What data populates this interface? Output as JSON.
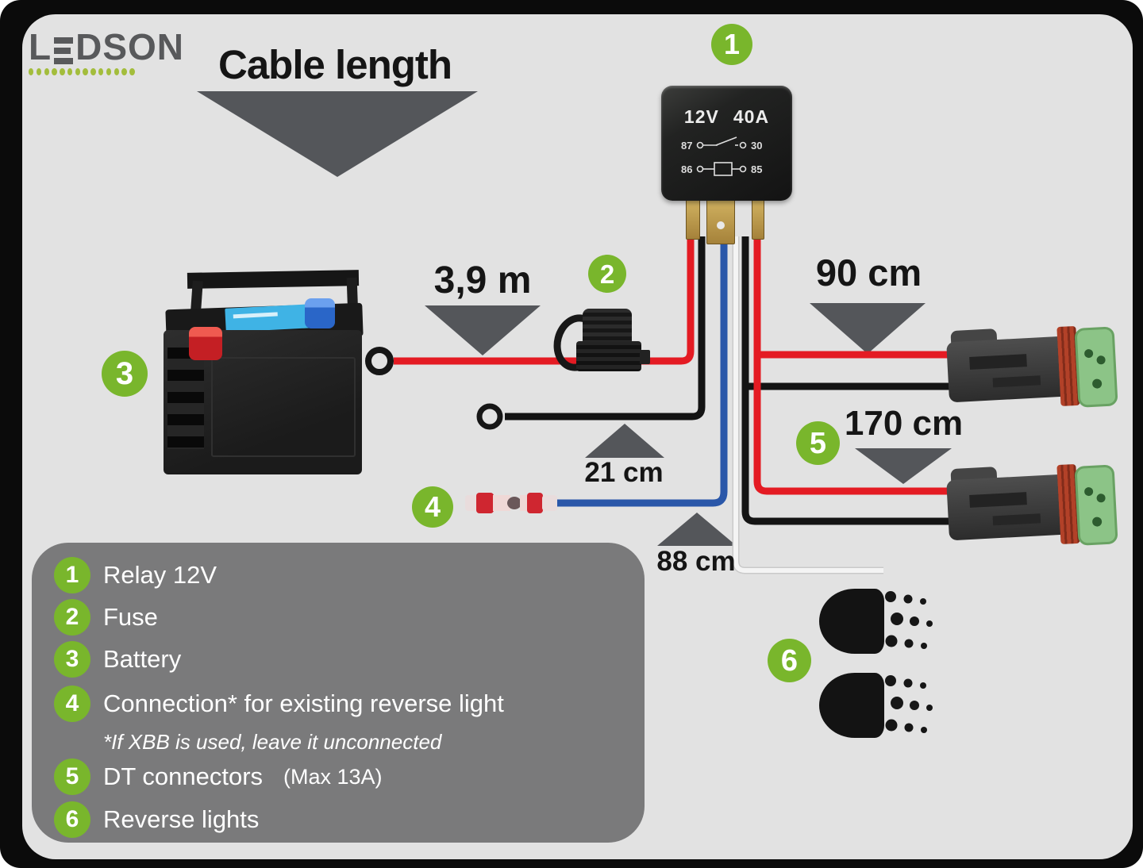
{
  "logo": {
    "name": "LEDSON",
    "part_before_e": "L",
    "part_after_e": "DSON"
  },
  "title": {
    "text": "Cable length"
  },
  "relay": {
    "badge": "1",
    "voltage": "12V",
    "amperage": "40A",
    "pins": {
      "p87": "87",
      "p30": "30",
      "p86": "86",
      "p85": "85"
    }
  },
  "badges": {
    "fuse": "2",
    "battery": "3",
    "splice": "4",
    "dt_connectors": "5",
    "reverse_lights": "6"
  },
  "measurements": {
    "battery_cable": "3,9 m",
    "connector1_cable": "90 cm",
    "connector2_cable": "170 cm",
    "ground_cable": "21 cm",
    "trigger_cable": "88 cm"
  },
  "legend": {
    "items": [
      {
        "num": "1",
        "label": "Relay 12V"
      },
      {
        "num": "2",
        "label": "Fuse"
      },
      {
        "num": "3",
        "label": "Battery"
      },
      {
        "num": "4",
        "label": "Connection* for existing reverse light",
        "note": "*If XBB is used, leave it unconnected"
      },
      {
        "num": "5",
        "label": "DT connectors",
        "suffix": "(Max 13A)"
      },
      {
        "num": "6",
        "label": "Reverse lights"
      }
    ]
  },
  "colors": {
    "accent_green": "#79b62c",
    "logo_dot_green": "#a3bd3c",
    "wire_red": "#e41b23",
    "wire_black": "#141414",
    "wire_blue": "#2a57a9",
    "wire_white": "#f2f2f2",
    "arrow_gray": "#54565a",
    "card_gray": "#e2e2e2",
    "legend_gray": "#7a7a7b"
  }
}
